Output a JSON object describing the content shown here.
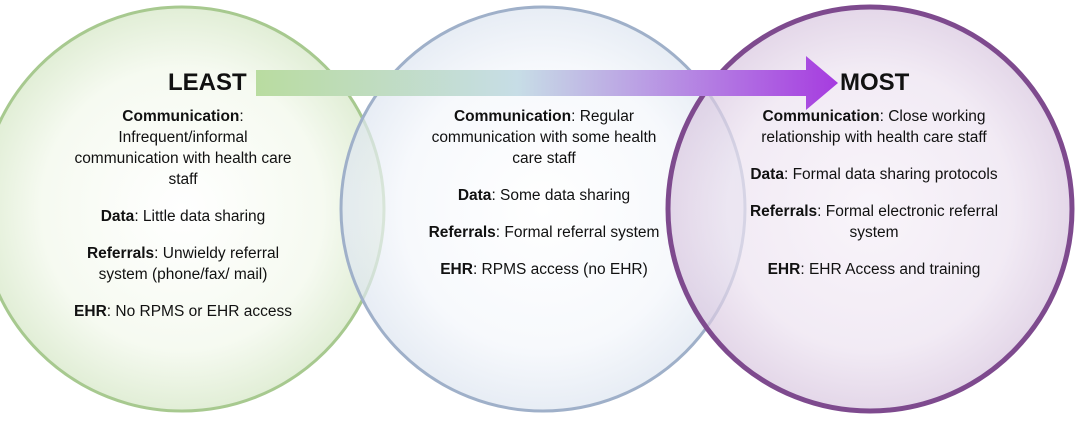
{
  "arrow": {
    "start_label": "LEAST",
    "end_label": "MOST"
  },
  "colors": {
    "circle_least": "#a7c98f",
    "circle_middle": "#9fb0c9",
    "circle_most": "#7e4a8e",
    "arrow_start": "#b9dca0",
    "arrow_end": "#a63ce0"
  },
  "panels": [
    {
      "communication_label": "Communication",
      "communication_text": ": Infrequent/informal communication with health care staff",
      "data_label": "Data",
      "data_text": ": Little data sharing",
      "referrals_label": "Referrals",
      "referrals_text": ": Unwieldy referral system (phone/fax/ mail)",
      "ehr_label": "EHR",
      "ehr_text": ": No RPMS or EHR access"
    },
    {
      "communication_label": "Communication",
      "communication_text": ": Regular communication with some health care staff",
      "data_label": "Data",
      "data_text": ": Some data sharing",
      "referrals_label": "Referrals",
      "referrals_text": ": Formal referral system",
      "ehr_label": "EHR",
      "ehr_text": ": RPMS access (no EHR)"
    },
    {
      "communication_label": "Communication",
      "communication_text": ": Close working relationship with health care staff",
      "data_label": "Data",
      "data_text": ": Formal data sharing protocols",
      "referrals_label": "Referrals",
      "referrals_text": ": Formal electronic referral system",
      "ehr_label": "EHR",
      "ehr_text": ": EHR Access and training"
    }
  ]
}
